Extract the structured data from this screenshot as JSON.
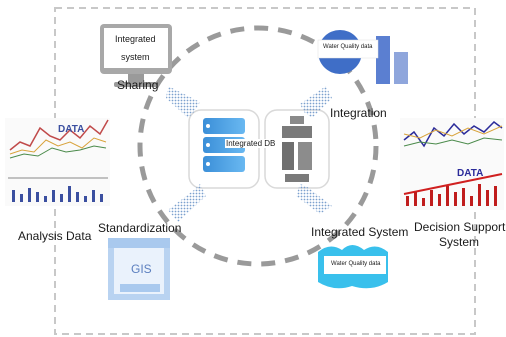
{
  "labels": {
    "monitor_line1": "Integrated",
    "monitor_line2": "system",
    "sharing": "Sharing",
    "integration": "Integration",
    "water_quality_top": "Water Quality data",
    "integrated_db": "Integrated DB",
    "analysis_data": "Analysis Data",
    "data_left": "DATA",
    "standardization": "Standardization",
    "gis": "GIS",
    "integrated_system": "Integrated System",
    "water_quality_bottom": "Water Quality data",
    "decision_support_line1": "Decision Support",
    "decision_support_line2": "System",
    "data_right": "DATA"
  },
  "colors": {
    "frame_border": "#c8c8c8",
    "circle_dash": "#9a9a9a",
    "db_blue": "#4aa3e8",
    "server_gray": "#7a7a7a",
    "arrow_blue": "#8fb3d9",
    "gis_blue": "#a9c9ee",
    "monitor_gray": "#a0a0a0"
  },
  "icons": {
    "monitor": "monitor-icon",
    "database": "database-icon",
    "server": "server-icon",
    "map": "map-icon",
    "bar_chart": "bar-chart-icon",
    "stock_chart_left": "stock-chart-icon",
    "stock_chart_right": "stock-chart-icon"
  }
}
